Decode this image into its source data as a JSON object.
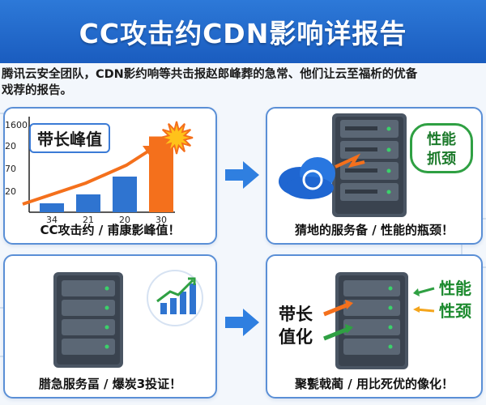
{
  "header": {
    "title": "CC攻击约CDN影响详报告"
  },
  "intro": {
    "line1": "腾讯云安全团队，CDN影约响等共击报赵郎峰葬的急常、他们让云至福析的优备",
    "line2": "戏荐的报告。"
  },
  "panel1": {
    "chart_title": "带长峰值",
    "caption": "CC攻击约 / 甫康影峰值！",
    "icons": [
      "starburst-icon",
      "trend-arrow-icon"
    ]
  },
  "panel2": {
    "bubble_line1": "性能",
    "bubble_line2": "抓颈",
    "caption": "猜地的服务备 / 性能的瓶颈！",
    "icons": [
      "server-icon",
      "cloud-icon"
    ]
  },
  "panel3": {
    "caption": "腊急服务畐 / 爆炭3投证！",
    "icons": [
      "server-icon",
      "mini-chart-icon"
    ]
  },
  "panel4": {
    "left_label_line1": "带长",
    "left_label_line2": "值化",
    "right_label_line1": "性能",
    "right_label_line2": "性颈",
    "caption": "聚甏戟蔺 / 用比死优的像化！",
    "icons": [
      "server-icon",
      "green-arrow-icon",
      "orange-arrow-icon"
    ]
  },
  "colors": {
    "header_blue": "#2d79d8",
    "panel_border": "#5a8fd6",
    "bar_blue": "#2f74d0",
    "bar_orange": "#f4701c",
    "accent_green": "#2fa043",
    "arrow_blue": "#2f7fe0"
  },
  "chart_data": {
    "type": "bar",
    "title": "带长峰值",
    "y_tick_labels": [
      "1600",
      "20",
      "70",
      "20"
    ],
    "categories": [
      "34",
      "21",
      "20",
      "30"
    ],
    "series": [
      {
        "values": [
          10,
          20,
          40,
          85
        ]
      }
    ],
    "ylim": [
      0,
      100
    ],
    "trend_arrow": true
  }
}
